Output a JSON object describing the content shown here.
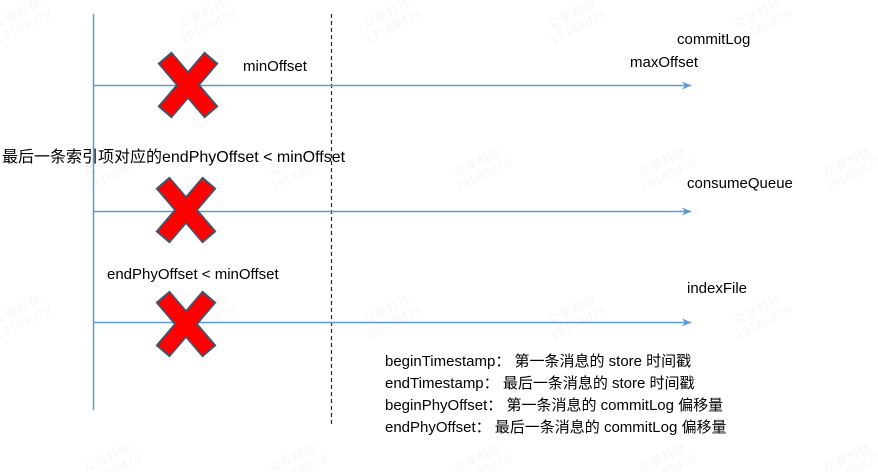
{
  "labels": {
    "commitLog": "commitLog",
    "maxOffset": "maxOffset",
    "minOffset": "minOffset",
    "consumeQueue": "consumeQueue",
    "indexFile": "indexFile",
    "last_index_note": "最后一条索引项对应的endPhyOffset < minOffset",
    "endphy_note": "endPhyOffset < minOffset"
  },
  "legend": {
    "lines": [
      "beginTimestamp： 第一条消息的 store 时间戳",
      "endTimestamp： 最后一条消息的 store 时间戳",
      "beginPhyOffset： 第一条消息的 commitLog 偏移量",
      "endPhyOffset： 最后一条消息的 commitLog 偏移量"
    ]
  },
  "watermark": {
    "line1": "众安科技",
    "line2": "19169d79"
  },
  "colors": {
    "line_blue": "#5B9BD5",
    "cross_red": "#FF0000",
    "cross_outline": "#44546A",
    "dashed_black": "#262626",
    "text_black": "#000000",
    "watermark_gray": "rgba(130,130,130,0.08)"
  }
}
